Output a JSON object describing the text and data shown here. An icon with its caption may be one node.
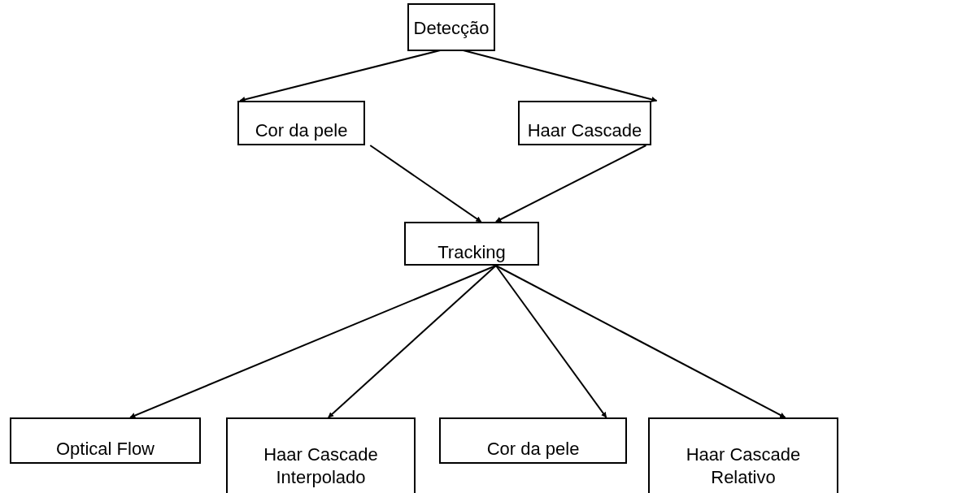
{
  "diagram": {
    "nodes": [
      {
        "text": [
          "Detecção"
        ]
      },
      {
        "text": [
          "Cor da pele"
        ]
      },
      {
        "text": [
          "Haar Cascade"
        ]
      },
      {
        "text": [
          "Tracking"
        ]
      },
      {
        "text": [
          "Optical Flow"
        ]
      },
      {
        "text": [
          "Haar Cascade Interpolado"
        ]
      },
      {
        "text": [
          "Cor da pele"
        ]
      },
      {
        "text": [
          "Haar Cascade Relativo"
        ]
      }
    ],
    "edges": [
      {
        "from": 0,
        "to": 1,
        "arrow": "to"
      },
      {
        "from": 0,
        "to": 2,
        "arrow": "to"
      },
      {
        "from": 1,
        "to": 3,
        "arrow": "to"
      },
      {
        "from": 2,
        "to": 3,
        "arrow": "to"
      },
      {
        "from": 3,
        "to": 4,
        "arrow": "to"
      },
      {
        "from": 3,
        "to": 5,
        "arrow": "to"
      },
      {
        "from": 3,
        "to": 6,
        "arrow": "to"
      },
      {
        "from": 3,
        "to": 7,
        "arrow": "to"
      }
    ]
  }
}
